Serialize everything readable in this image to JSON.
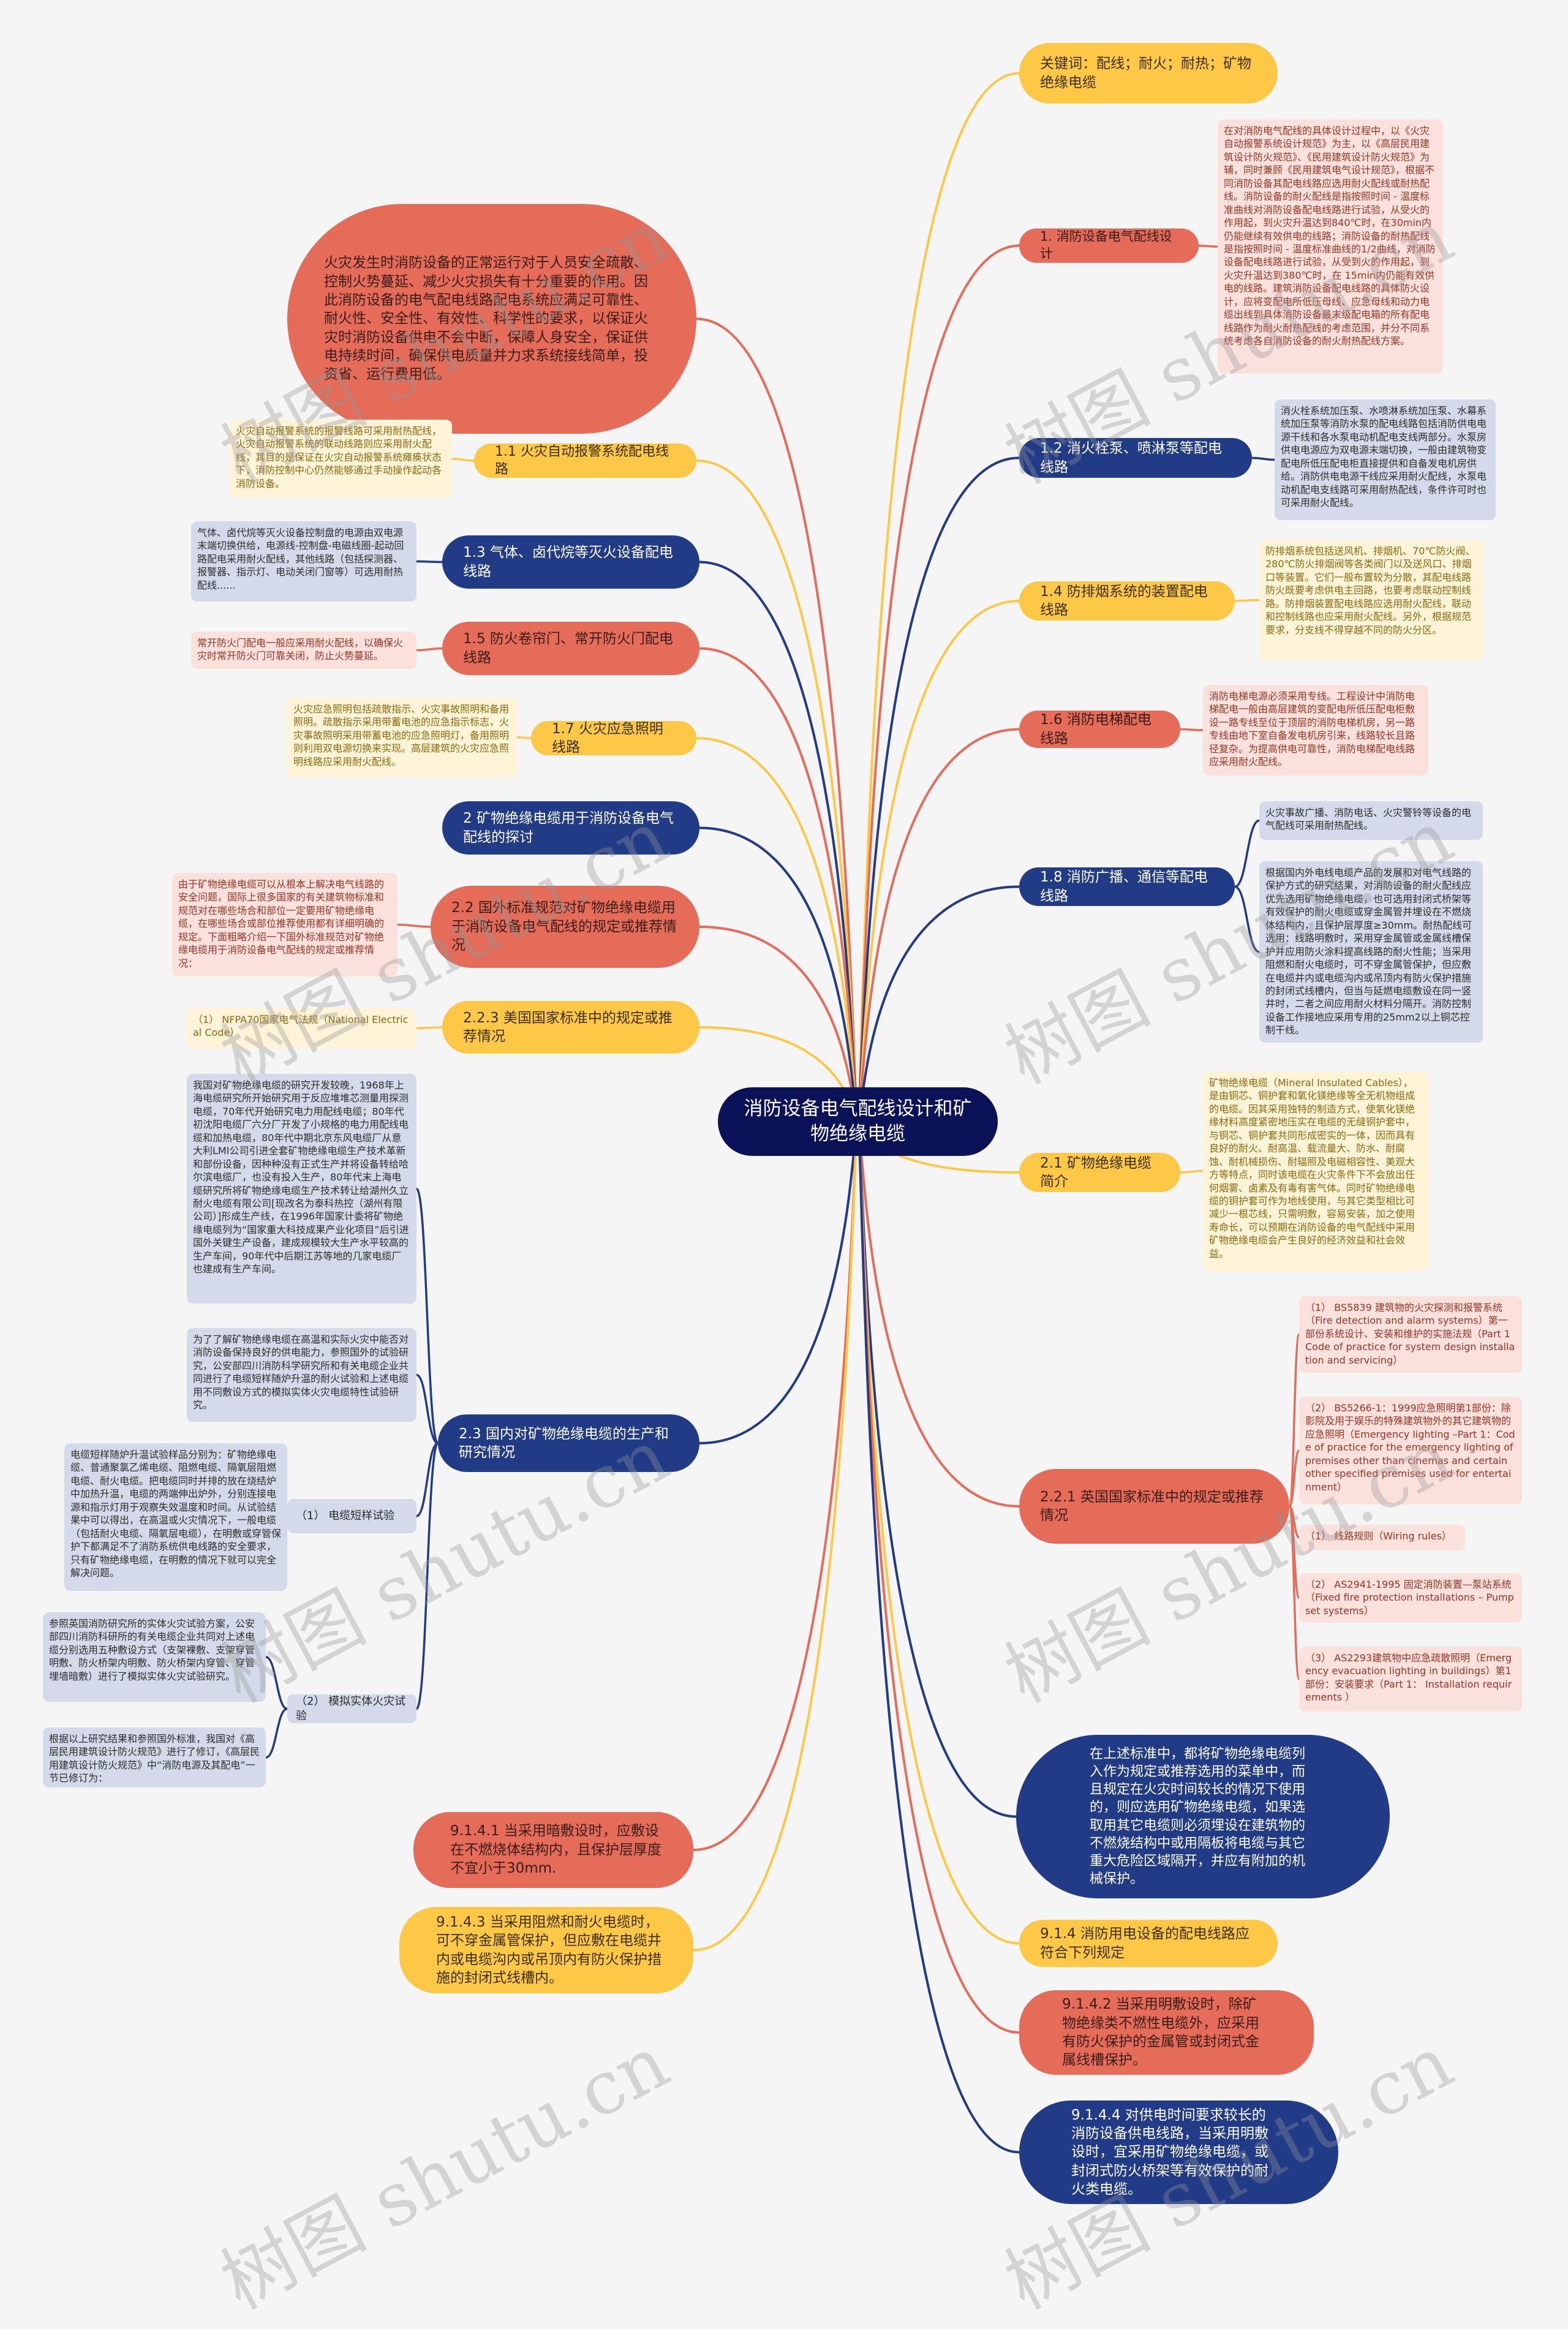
{
  "title": "消防设备电气配线设计和矿物绝缘电缆",
  "watermark": "树图 shutu.cn",
  "colors": {
    "navy": "#213b87",
    "root": "#0c1258",
    "coral": "#e46c59",
    "yellow": "#fdc845",
    "background": "#f5f5f5"
  },
  "nodes": {
    "intro": "火灾发生时消防设备的正常运行对于人员安全疏散、控制火势蔓延、减少火灾损失有十分重要的作用。因此消防设备的电气配电线路配电系统应满足可靠性、耐火性、安全性、有效性、科学性的要求，以保证火灾时消防设备供电不会中断，保障人身安全，保证供电持续时间，确保供电质量并力求系统接线简单，投资省、运行费用低。",
    "n11": "1.1  火灾自动报警系统配电线路",
    "n11_note": "火灾自动报警系统的报警线路可采用耐热配线，火灾自动报警系统的联动线路则应采用耐火配线，其目的是保证在火灾自动报警系统瘫痪状态下，消防控制中心仍然能够通过手动操作起动各消防设备。",
    "n13": "1.3  气体、卤代烷等灭火设备配电线路",
    "n13_note": "气体、卤代烷等灭火设备控制盘的电源由双电源末端切换供给，电源线-控制盘-电磁线圈-起动回路配电采用耐火配线，其他线路（包括探测器、报警器、指示灯、电动关闭门窗等）可选用耐热配线......",
    "n15": "1.5  防火卷帘门、常开防火门配电线路",
    "n15_note": "常开防火门配电一般应采用耐火配线，以确保火灾时常开防火门可靠关闭，防止火势蔓延。",
    "n17": "1.7  火灾应急照明线路",
    "n17_note": "火灾应急照明包括疏散指示、火灾事故照明和备用照明。疏散指示采用带蓄电池的应急指示标志，火灾事故照明采用带蓄电池的应急照明灯，备用照明则利用双电源切换来实现。高层建筑的火灾应急照明线路应采用耐火配线。",
    "n2": "2  矿物绝缘电缆用于消防设备电气配线的探讨",
    "n22": "2.2  国外标准规范对矿物绝缘电缆用于消防设备电气配线的规定或推荐情况",
    "n22_note": "由于矿物绝缘电缆可以从根本上解决电气线路的安全问题，国际上很多国家的有关建筑物标准和规范对在哪些场合和部位一定要用矿物绝缘电缆，在哪些场合或部位推荐使用都有详细明确的规定。下面粗略介绍一下国外标准规范对矿物绝缘电缆用于消防设备电气配线的规定或推荐情况：",
    "n223": "2.2.3  美国国家标准中的规定或推荐情况",
    "n223_note": "（1） NFPA70国家电气法规（National Electrical Code）",
    "n23": "2.3  国内对矿物绝缘电缆的生产和研究情况",
    "n23_note_a": "我国对矿物绝缘电缆的研究开发较晚，1968年上海电缆研究所开始研究用于反应堆堆芯测量用探测电缆，70年代开始研究电力用配线电缆；80年代初沈阳电缆厂六分厂开发了小规格的电力用配线电缆和加热电缆，80年代中期北京东风电缆厂从意大利LMI公司引进全套矿物绝缘电缆生产技术革新和部份设备，因种种没有正式生产并将设备转给哈尔滨电缆厂，也没有投入生产，80年代末上海电缆研究所将矿物绝缘电缆生产技术转让给湖州久立耐火电缆有限公司[现改名为泰科热控（湖州有限公司）]形成生产线，在1996年国家计委将矿物绝缘电缆列为“国家重大科技成果产业化项目”后引进国外关键生产设备，建成规模较大生产水平较高的生产车间，90年代中后期江苏等地的几家电缆厂也建成有生产车间。",
    "n23_note_b": "为了了解矿物绝缘电缆在高温和实际火灾中能否对消防设备保持良好的供电能力，参照国外的试验研究，公安部四川消防科学研究所和有关电缆企业共同进行了电缆短样随炉升温的耐火试验和上述电缆用不同敷设方式的模拟实体火灾电缆特性试验研究。",
    "t1": "（1） 电缆短样试验",
    "t1_note": "电缆短样随炉升温试验样品分别为：矿物绝缘电缆、普通聚氯乙烯电缆、阻燃电缆、隔氧层阻燃电缆、耐火电缆。把电缆同时并排的放在烧结炉中加热升温，电缆的两端伸出炉外，分别连接电源和指示灯用于观察失效温度和时间。从试验结果中可以得出，在高温或火灾情况下，一般电缆（包括耐火电缆、隔氧层电缆），在明敷或穿管保护下都满足不了消防系统供电线路的安全要求，只有矿物绝缘电缆，在明敷的情况下就可以完全解决问题。",
    "t2": "（2） 模拟实体火灾试验",
    "t2_note_a": "参照英国消防研究所的实体火灾试验方案，公安部四川消防科研所的有关电缆企业共同对上述电缆分别选用五种敷设方式（支架裸敷、支架穿管明敷、防火桥架内明敷、防火桥架内穿管、穿管埋墙暗敷）进行了模拟实体火灾试验研究。",
    "t2_note_b": "根据以上研究结果和参照国外标准，我国对《高层民用建筑设计防火规范》进行了修订，《高层民用建筑设计防火规范》中“消防电源及其配电”一节已修订为：",
    "n9141": "9.1.4.1  当采用暗敷设时，应敷设在不燃烧体结构内，且保护层厚度不宜小于30mm.",
    "n9143": "9.1.4.3  当采用阻燃和耐火电缆时，可不穿金属管保护，但应敷在电缆井内或电缆沟内或吊顶内有防火保护措施的封闭式线槽内。",
    "kw": "关键词：配线；耐火；耐热；矿物绝缘电缆",
    "n1": "1. 消防设备电气配线设计",
    "n1_note": "在对消防电气配线的具体设计过程中，以《火灾自动报警系统设计规范》为主，以《高层民用建筑设计防火规范》、《民用建筑设计防火规范》为辅，同时兼顾《民用建筑电气设计规范》，根据不同消防设备其配电线路应选用耐火配线或耐热配线。消防设备的耐火配线是指按照时间 - 温度标准曲线对消防设备配电线路进行试验，从受火的作用起，到火灾升温达到840℃时，在30min内仍能继续有效供电的线路；消防设备的耐热配线是指按照时间 - 温度标准曲线的1/2曲线，对消防设备配电线路进行试验，从受到火的作用起，到火灾升温达到380℃时，在 15min内仍能有效供电的线路。建筑消防设备配电线路的具体防火设计，应将变配电所低压母线、应急母线和动力电缆出线到具体消防设备最末级配电箱的所有配电线路作为耐火耐热配线的考虑范围，并分不同系统考虑各自消防设备的耐火耐热配线方案。",
    "n12": "1.2  消火栓泵、喷淋泵等配电线路",
    "n12_note": "消火栓系统加压泵、水喷淋系统加压泵、水幕系统加压泵等消防水泵的配电线路包括消防供电电源干线和各水泵电动机配电支线两部分。水泵房供电电源应为双电源末端切换，一般由建筑物变配电所低压配电柜直接提供和自备发电机房供给。消防供电电源干线应采用耐火配线，水泵电动机配电支线路可采用耐热配线，条件许可时也可采用耐火配线。",
    "n14": "1.4  防排烟系统的装置配电线路",
    "n14_note": "防排烟系统包括送风机、排烟机、70℃防火阀、280℃防火排烟阀等各类阀门以及送风口、排烟口等装置。它们一般布置较为分散，其配电线路防火既要考虑供电主回路，也要考虑联动控制线路。防排烟装置配电线路应选用耐火配线，联动和控制线路也应采用耐火配线。另外，根据规范要求，分支线不得穿越不同的防火分区。",
    "n16": "1.6  消防电梯配电线路",
    "n16_note": "消防电梯电源必须采用专线。工程设计中消防电梯配电一般由高层建筑的变配电所低压配电柜敷设一路专线至位于顶层的消防电梯机房，另一路专线由地下室自备发电机房引来，线路较长且路径复杂。为提高供电可靠性，消防电梯配电线路应采用耐火配线。",
    "n18": "1.8  消防广播、通信等配电线路",
    "n18_note_a": "火灾事故广播、消防电话、火灾警铃等设备的电气配线可采用耐热配线。",
    "n18_note_b": "根据国内外电线电缆产品的发展和对电气线路的保护方式的研究结果，对消防设备的耐火配线应优先选用矿物绝缘电缆，也可选用封闭式桥架等有效保护的耐火电缆或穿金属管并埋设在不燃烧体结构内，且保护层厚度≥30mm。耐热配线可选用：线路明敷时，采用穿金属管或金属线槽保护并应用防火涂料提高线路的耐火性能；当采用阻燃和耐火电缆时，可不穿金属管保护，但应敷在电缆井内或电缆沟内或吊顶内有防火保护措施的封闭式线槽内，但当与延燃电缆敷设在同一竖井时，二者之间应用耐火材料分隔开。消防控制设备工作接地应采用专用的25mm2以上铜芯控制干线。",
    "n21": "2.1  矿物绝缘电缆简介",
    "n21_note": "矿物绝缘电缆（Mineral Insulated Cables），是由铜芯、铜护套和氧化镁绝缘等全无机物组成的电缆。因其采用独特的制造方式，使氧化镁绝缘材料高度紧密地压实在电缆的无缝铜护套中，与铜芯、铜护套共同形成密实的一体，因而具有良好的耐火、耐高温、载流量大、防水、耐腐蚀、耐机械损伤、耐辐照及电磁相容性、美观大方等特点，同时该电缆在火灾条件下不会放出任何烟雾、卤素及有毒有害气体。同时矿物绝缘电缆的铜护套可作为地线使用，与其它类型相比可减少一根芯线，只需明敷，容易安装，加之使用寿命长，可以预期在消防设备的电气配线中采用矿物绝缘电缆会产生良好的经济效益和社会效益。",
    "n221": "2.2.1  英国国家标准中的规定或推荐情况",
    "n221_notes": [
      "（1） BS5839 建筑物的火灾探测和报警系统（Fire detection and alarm systems）第一部份系统设计、安装和维护的实施法规（Part 1 Code of practice for system design installation and servicing）",
      "（2） BS5266-1：1999应急照明第1部份：除影院及用于娱乐的特殊建筑物外的其它建筑物的应急照明（Emergency lighting –Part 1：Code of practice for the emergency lighting of premises other than cinemas and certain other specified premises used for entertainment）",
      "（1） 线路规则（Wiring rules）",
      "（2） AS2941-1995 固定消防装置—泵站系统（Fixed fire protection installations – Pumpset systems）",
      "（3） AS2293建筑物中应急疏散照明（Emergency evacuation lighting in buildings）第1部份：安装要求（Part 1： Installation requirements ）"
    ],
    "std": "在上述标准中，都将矿物绝缘电缆列入作为规定或推荐选用的菜单中，而且规定在火灾时间较长的情况下使用的，则应选用矿物绝缘电缆，如果选取用其它电缆则必须埋设在建筑物的不燃烧结构中或用隔板将电缆与其它重大危险区域隔开，并应有附加的机械保护。",
    "n914": "9.1.4  消防用电设备的配电线路应符合下列规定",
    "n9142": "9.1.4.2  当采用明敷设时，除矿物绝缘类不燃性电缆外，应采用有防火保护的金属管或封闭式金属线槽保护。",
    "n9144": "9.1.4.4  对供电时间要求较长的消防设备供电线路，当采用明敷设时，宜采用矿物绝缘电缆，或封闭式防火桥架等有效保护的耐火类电缆。"
  }
}
